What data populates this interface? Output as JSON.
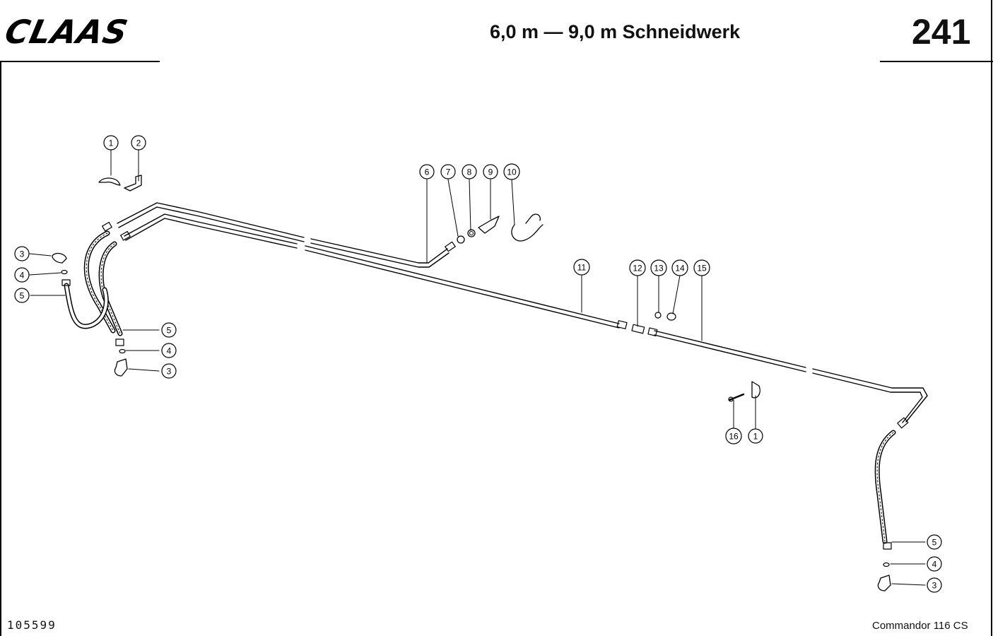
{
  "header": {
    "brand": "CLAAS",
    "title": "6,0 m — 9,0 m Schneidwerk",
    "page_number": "241"
  },
  "footer": {
    "document_number": "105599",
    "model": "Commandor 116 CS"
  },
  "callouts": [
    {
      "id": "c1a",
      "label": "1"
    },
    {
      "id": "c2",
      "label": "2"
    },
    {
      "id": "c3a",
      "label": "3"
    },
    {
      "id": "c4a",
      "label": "4"
    },
    {
      "id": "c5a",
      "label": "5"
    },
    {
      "id": "c5b",
      "label": "5"
    },
    {
      "id": "c4b",
      "label": "4"
    },
    {
      "id": "c3b",
      "label": "3"
    },
    {
      "id": "c6",
      "label": "6"
    },
    {
      "id": "c7",
      "label": "7"
    },
    {
      "id": "c8",
      "label": "8"
    },
    {
      "id": "c9",
      "label": "9"
    },
    {
      "id": "c10",
      "label": "10"
    },
    {
      "id": "c11",
      "label": "11"
    },
    {
      "id": "c12",
      "label": "12"
    },
    {
      "id": "c13",
      "label": "13"
    },
    {
      "id": "c14",
      "label": "14"
    },
    {
      "id": "c15",
      "label": "15"
    },
    {
      "id": "c16",
      "label": "16"
    },
    {
      "id": "c1b",
      "label": "1"
    },
    {
      "id": "c5c",
      "label": "5"
    },
    {
      "id": "c4c",
      "label": "4"
    },
    {
      "id": "c3c",
      "label": "3"
    }
  ]
}
